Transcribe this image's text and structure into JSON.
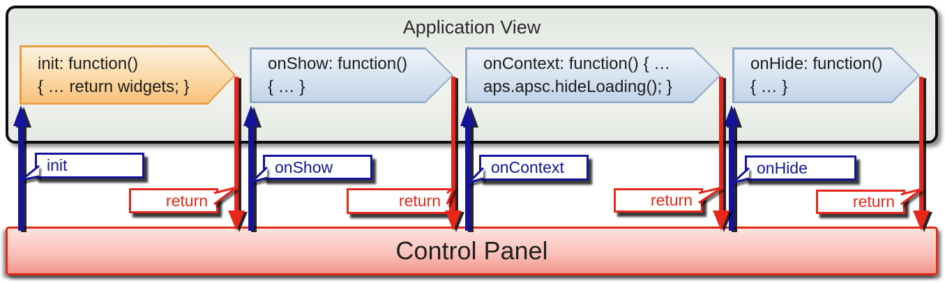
{
  "colors": {
    "call_arrow_navy": "#14149b",
    "return_arrow_red": "#e8261b",
    "orange_box_border": "#e89b40",
    "blue_box_border": "#8ea9c6",
    "panel_border_red": "#e22718",
    "app_view_bg": "#eaeee9"
  },
  "app_view": {
    "title": "Application View",
    "handlers": [
      {
        "name": "init",
        "line1": "init: function()",
        "line2": "{ … return widgets; }",
        "variant": "orange"
      },
      {
        "name": "onShow",
        "line1": "onShow: function()",
        "line2": "{ … }",
        "variant": "blue"
      },
      {
        "name": "onContext",
        "line1": "onContext: function() { …",
        "line2": "aps.apsc.hideLoading(); }",
        "variant": "blue"
      },
      {
        "name": "onHide",
        "line1": "onHide: function()",
        "line2": "{ … }",
        "variant": "blue"
      }
    ]
  },
  "control_panel": {
    "title": "Control Panel"
  },
  "messages": {
    "calls": [
      {
        "label": "init"
      },
      {
        "label": "onShow"
      },
      {
        "label": "onContext"
      },
      {
        "label": "onHide"
      }
    ],
    "returns": [
      {
        "label": "return"
      },
      {
        "label": "return"
      },
      {
        "label": "return"
      },
      {
        "label": "return"
      }
    ]
  }
}
